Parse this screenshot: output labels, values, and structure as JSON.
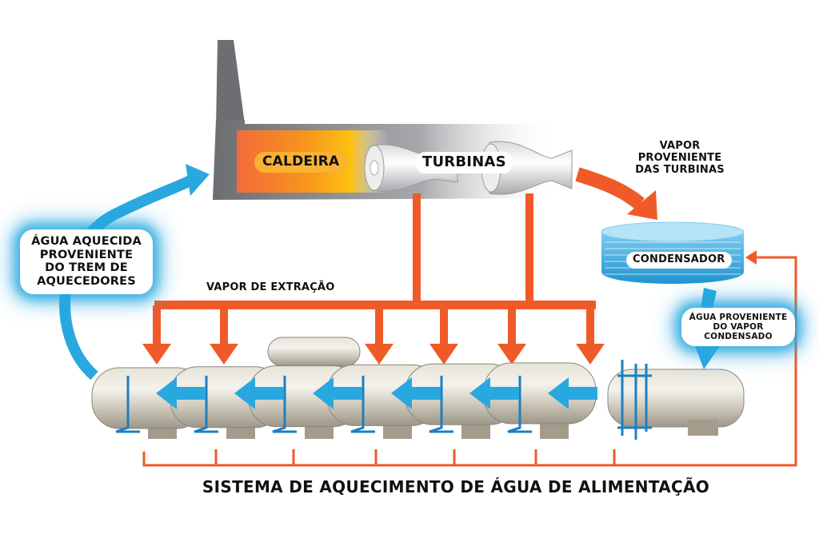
{
  "title": "SISTEMA DE AQUECIMENTO DE ÁGUA DE ALIMENTAÇÃO",
  "components": {
    "boiler": "CALDEIRA",
    "turbines": "TURBINAS",
    "condenser": "CONDENSADOR"
  },
  "labels": {
    "steam_from_turbines": [
      "VAPOR",
      "PROVENIENTE",
      "DAS TURBINAS"
    ],
    "extraction_steam": "VAPOR DE EXTRAÇÃO",
    "heated_water": [
      "ÁGUA AQUECIDA",
      "PROVENIENTE",
      "DO TREM DE",
      "AQUECEDORES"
    ],
    "condensed_water": [
      "ÁGUA PROVENIENTE",
      "DO VAPOR",
      "CONDENSADO"
    ]
  },
  "heater_train": {
    "heater_count": 7,
    "extraction_arrows": 6
  },
  "colors": {
    "steam_orange": "#F05A28",
    "water_blue": "#29A8E0",
    "boiler_gradient": [
      "#F26B3A",
      "#F7941D",
      "#FDC010",
      "#FFF6DC"
    ],
    "stack_gray": "#6D6E71",
    "heater_gray": "#CFCBBF",
    "text": "#111111"
  }
}
